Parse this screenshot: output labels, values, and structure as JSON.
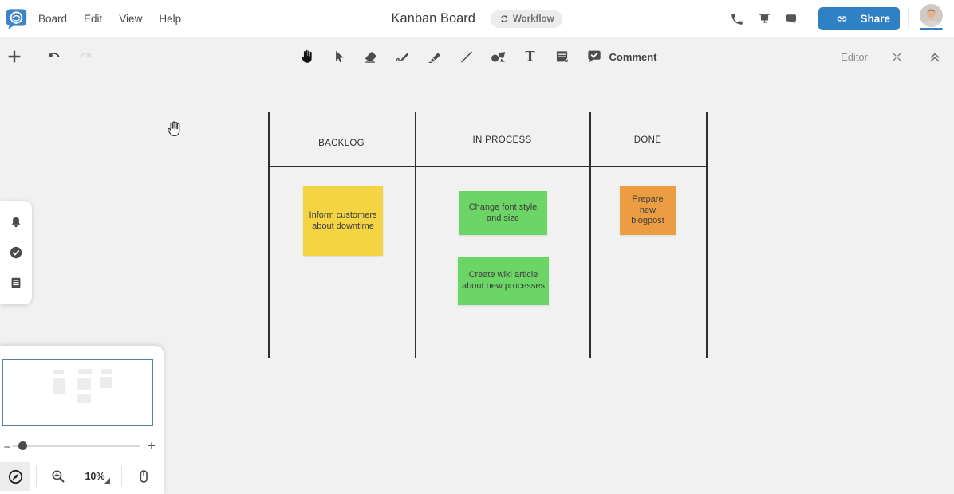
{
  "topbar": {
    "menus": [
      {
        "label": "Board"
      },
      {
        "label": "Edit"
      },
      {
        "label": "View"
      },
      {
        "label": "Help"
      }
    ],
    "title": "Kanban Board",
    "workflow_badge": "Workflow",
    "share_label": "Share"
  },
  "toolbar": {
    "comment_label": "Comment",
    "editor_label": "Editor"
  },
  "board": {
    "columns": [
      {
        "name": "BACKLOG",
        "cards": [
          {
            "text": "Inform customers about downtime",
            "color": "#f5d444"
          }
        ]
      },
      {
        "name": "IN PROCESS",
        "cards": [
          {
            "text": "Change font style and size",
            "color": "#6bd566"
          },
          {
            "text": "Create wiki article about new processes",
            "color": "#6bd566"
          }
        ]
      },
      {
        "name": "DONE",
        "cards": [
          {
            "text": "Prepare new blogpost",
            "color": "#ec9c41"
          }
        ]
      }
    ]
  },
  "navigation": {
    "zoom_level": "10%"
  },
  "colors": {
    "accent_blue": "#2e81c5",
    "sticky_yellow": "#f5d444",
    "sticky_green": "#6bd566",
    "sticky_orange": "#ec9c41",
    "minimap_viewport_border": "#567fa9",
    "board_line": "#2e2e2e"
  }
}
